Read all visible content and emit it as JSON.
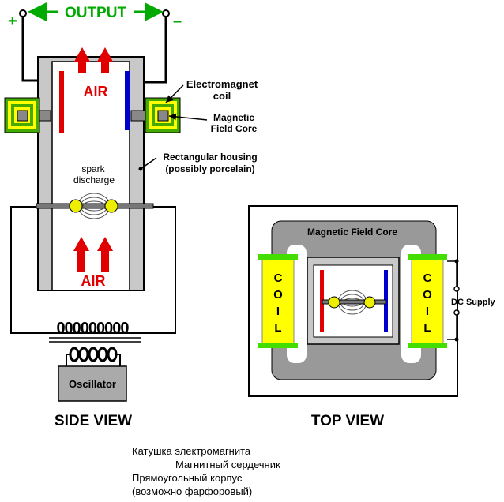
{
  "side_view": {
    "output_label": "OUTPUT",
    "plus_sign": "+",
    "minus_sign": "–",
    "air_top": "AIR",
    "air_bottom": "AIR",
    "spark_line1": "spark",
    "spark_line2": "discharge",
    "coil_turns": "000000000",
    "oscillator_label": "Oscillator",
    "callout_coil_1": "Electromagnet",
    "callout_coil_2": "coil",
    "callout_core_1": "Magnetic",
    "callout_core_2": "Field Core",
    "callout_housing_1": "Rectangular housing",
    "callout_housing_2": "(possibly porcelain)",
    "title": "SIDE VIEW"
  },
  "top_view": {
    "core_label": "Magnetic Field Core",
    "coil_left": "COIL",
    "coil_right": "COIL",
    "dc_supply": "DC Supply",
    "title": "TOP VIEW"
  },
  "translations": {
    "line1": "Катушка электромагнита",
    "line2": "Магнитный сердечник",
    "line3": "Прямоугольный корпус",
    "line4": "(возможно фарфоровый)"
  },
  "colors": {
    "output_green": "#00aa00",
    "air_red": "#e00000",
    "electrode_blue": "#0000cc",
    "coil_yellow": "#ffff00",
    "coil_edge_green": "#44dd00",
    "core_gray": "#999999",
    "spark_ball": "#eeee00"
  }
}
